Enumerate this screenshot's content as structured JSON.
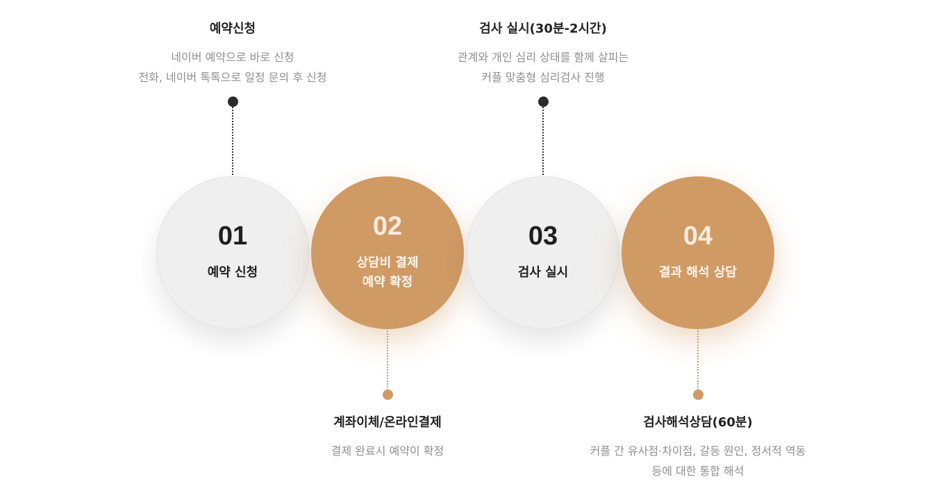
{
  "steps": [
    {
      "number": "01",
      "label": "예약 신청"
    },
    {
      "number": "02",
      "label": "상담비 결제\n예약 확정"
    },
    {
      "number": "03",
      "label": "검사 실시"
    },
    {
      "number": "04",
      "label": "결과 해석 상담"
    }
  ],
  "details": [
    {
      "title": "예약신청",
      "desc": "네이버 예약으로 바로 신청\n전화, 네이버 톡톡으로 일정 문의 후 신청"
    },
    {
      "title": "계좌이체/온라인결제",
      "desc": "결제 완료시 예약이 확정"
    },
    {
      "title": "검사 실시(30분-2시간)",
      "desc": "관계와 개인 심리 상태를 함께 살피는\n커플 맞춤형 심리검사 진행"
    },
    {
      "title": "검사해석상담(60분)",
      "desc": "커플 간 유사점·차이점, 갈등 원인, 정서적 역동\n등에 대한 통합 해석"
    }
  ],
  "colors": {
    "accent": "#d09a65",
    "circle_gray": "#efefef",
    "dark_dot": "#2b2b2b"
  }
}
